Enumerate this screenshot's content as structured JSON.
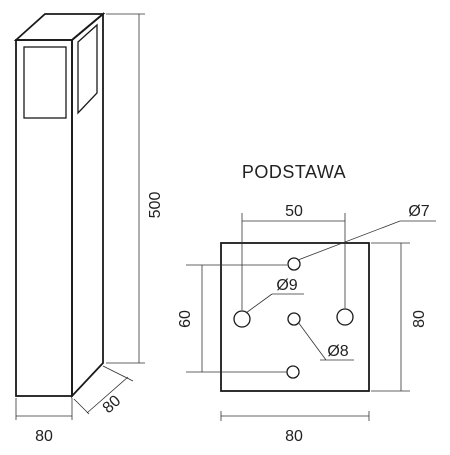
{
  "base": {
    "title": "PODSTAWA",
    "dims": {
      "hole_spacing": "50",
      "left_height": "60",
      "right_height": "80",
      "bottom_width": "80",
      "dia_7": "Ø7",
      "dia_9": "Ø9",
      "dia_8": "Ø8"
    }
  },
  "bollard": {
    "dims": {
      "height": "500",
      "width": "80",
      "depth": "80"
    }
  }
}
